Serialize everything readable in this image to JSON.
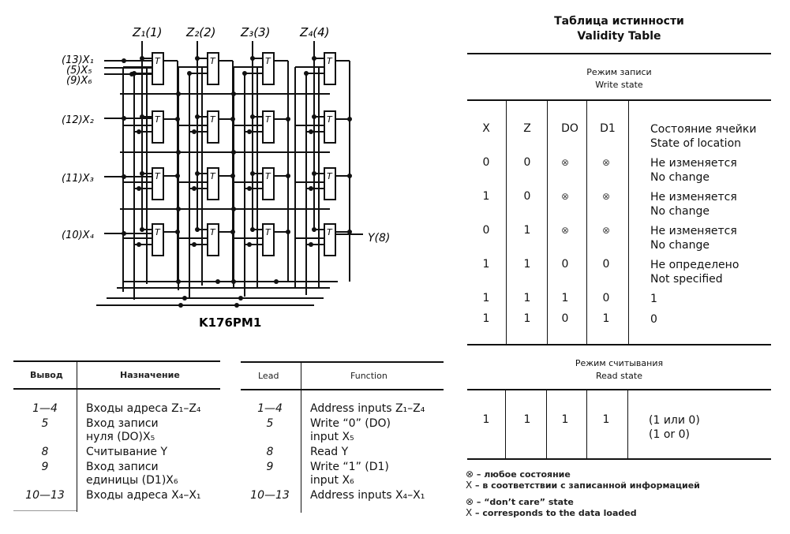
{
  "diagram": {
    "title": "K176PM1",
    "column_labels": [
      "Z₁(1)",
      "Z₂(2)",
      "Z₃(3)",
      "Z₄(4)"
    ],
    "row_labels": [
      "(13)X₁",
      "(5)X₅",
      "(9)X₆",
      "(12)X₂",
      "(11)X₃",
      "(10)X₄"
    ],
    "output_label": "Y(8)",
    "cell_label": "T"
  },
  "pin_table_ru": {
    "headers": [
      "Вывод",
      "Назначение"
    ],
    "rows": [
      {
        "lead": "1—4",
        "lines": [
          "Входы адреса Z₁–Z₄"
        ]
      },
      {
        "lead": "5",
        "lines": [
          "Вход записи",
          "нуля (DO)X₅"
        ]
      },
      {
        "lead": "8",
        "lines": [
          "Считывание Y"
        ]
      },
      {
        "lead": "9",
        "lines": [
          "Вход записи",
          "единицы (D1)X₆"
        ]
      },
      {
        "lead": "10—13",
        "lines": [
          "Входы адреса X₄–X₁"
        ]
      }
    ]
  },
  "pin_table_en": {
    "headers": [
      "Lead",
      "Function"
    ],
    "rows": [
      {
        "lead": "1—4",
        "lines": [
          "Address inputs Z₁–Z₄"
        ]
      },
      {
        "lead": "5",
        "lines": [
          "Write “0” (DO)",
          "input X₅"
        ]
      },
      {
        "lead": "8",
        "lines": [
          "Read Y"
        ]
      },
      {
        "lead": "9",
        "lines": [
          "Write “1” (D1)",
          "input X₆"
        ]
      },
      {
        "lead": "10—13",
        "lines": [
          "Address inputs X₄–X₁"
        ]
      }
    ]
  },
  "validity_table": {
    "title_ru": "Таблица истинности",
    "title_en": "Validity Table",
    "write_section_ru": "Режим записи",
    "write_section_en": "Write state",
    "read_section_ru": "Режим считывания",
    "read_section_en": "Read state",
    "columns": [
      "X",
      "Z",
      "DO",
      "D1"
    ],
    "state_header_ru": "Состояние ячейки",
    "state_header_en": "State of location",
    "write_rows": [
      {
        "x": "0",
        "z": "0",
        "do": "⊗",
        "d1": "⊗",
        "state_ru": "Не изменяется",
        "state_en": "No change"
      },
      {
        "x": "1",
        "z": "0",
        "do": "⊗",
        "d1": "⊗",
        "state_ru": "Не изменяется",
        "state_en": "No change"
      },
      {
        "x": "0",
        "z": "1",
        "do": "⊗",
        "d1": "⊗",
        "state_ru": "Не изменяется",
        "state_en": "No change"
      },
      {
        "x": "1",
        "z": "1",
        "do": "0",
        "d1": "0",
        "state_ru": "Не определено",
        "state_en": "Not specified"
      },
      {
        "x": "1",
        "z": "1",
        "do": "1",
        "d1": "0",
        "state_ru": "1",
        "state_en": ""
      },
      {
        "x": "1",
        "z": "1",
        "do": "0",
        "d1": "1",
        "state_ru": "0",
        "state_en": ""
      }
    ],
    "read_rows": [
      {
        "x": "1",
        "z": "1",
        "do": "1",
        "d1": "1",
        "state_ru": "(1 или 0)",
        "state_en": "(1 or 0)"
      }
    ],
    "legend": [
      {
        "symbol": "⊗",
        "text": "– любое состояние"
      },
      {
        "symbol": "X",
        "text": "– в соответствии с записанной информацией"
      },
      {
        "symbol": "⊗",
        "text": "– “don’t care” state"
      },
      {
        "symbol": "X",
        "text": "– corresponds to the data loaded"
      }
    ]
  }
}
